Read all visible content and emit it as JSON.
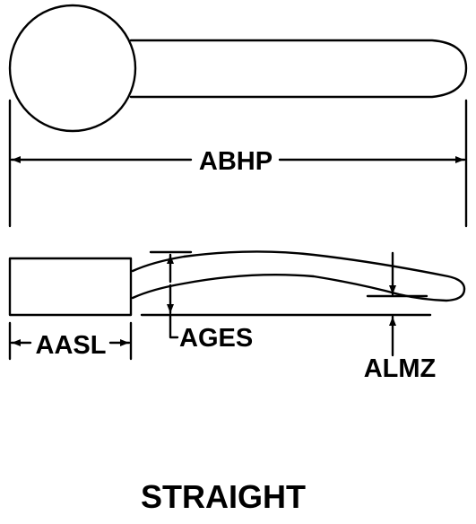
{
  "drawing": {
    "dimensions": {
      "overall_length": "ABHP",
      "head_width": "AASL",
      "offset_height": "AGES",
      "shank_thickness": "ALMZ"
    },
    "caption": "STRAIGHT"
  }
}
